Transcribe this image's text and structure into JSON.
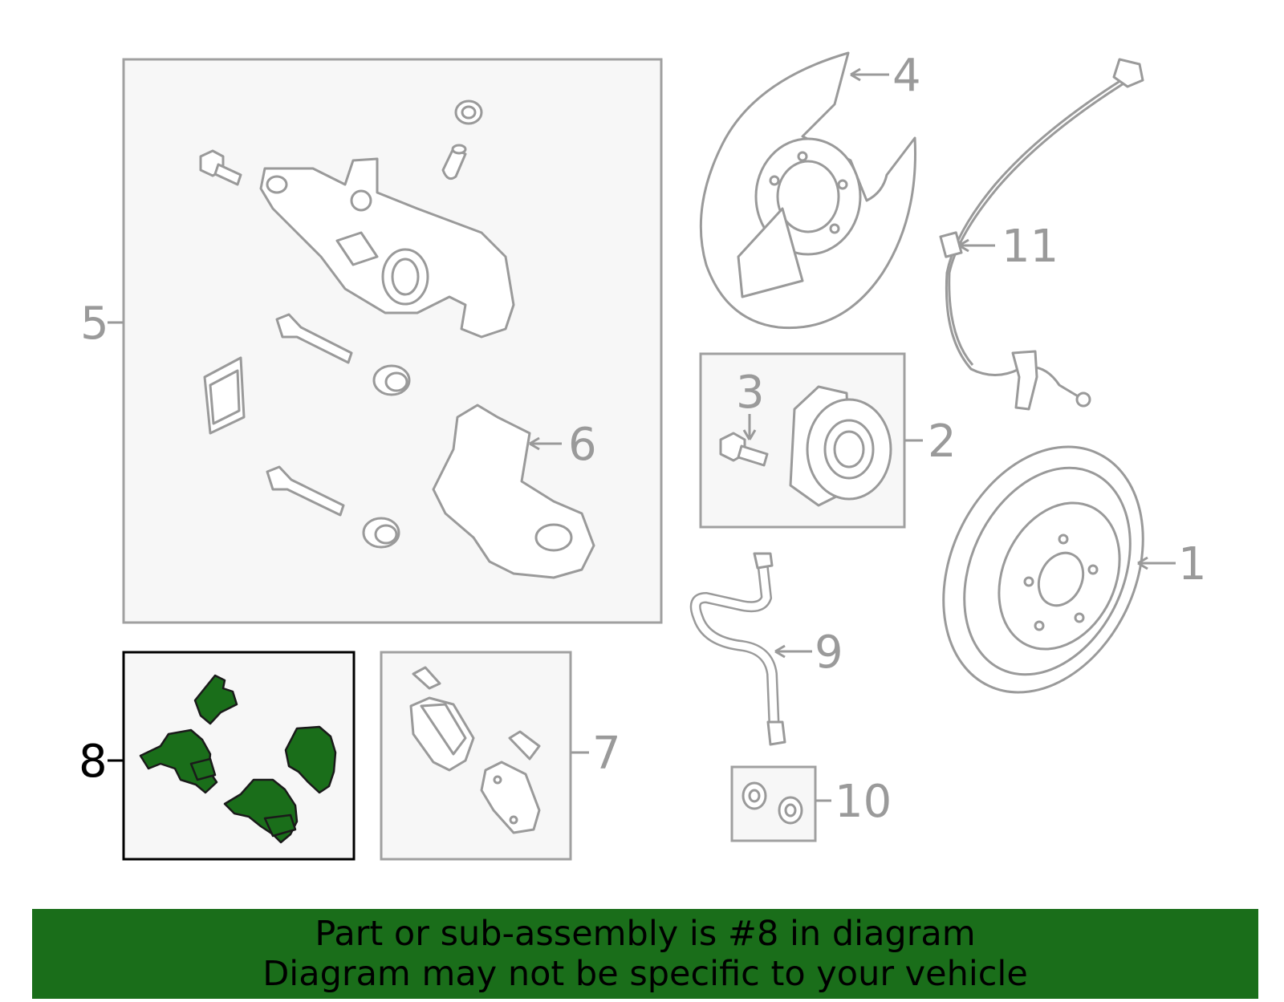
{
  "callouts": {
    "c1": "1",
    "c2": "2",
    "c3": "3",
    "c4": "4",
    "c5": "5",
    "c6": "6",
    "c7": "7",
    "c8": "8",
    "c9": "9",
    "c10": "10",
    "c11": "11"
  },
  "highlighted_part": "8",
  "colors": {
    "highlight": "#1a6e1a",
    "outline": "#9a9a9a",
    "active_outline": "#000000"
  },
  "banner": {
    "line1": "Part or sub-assembly is #8 in diagram",
    "line2": "Diagram may not be specific to your vehicle"
  }
}
